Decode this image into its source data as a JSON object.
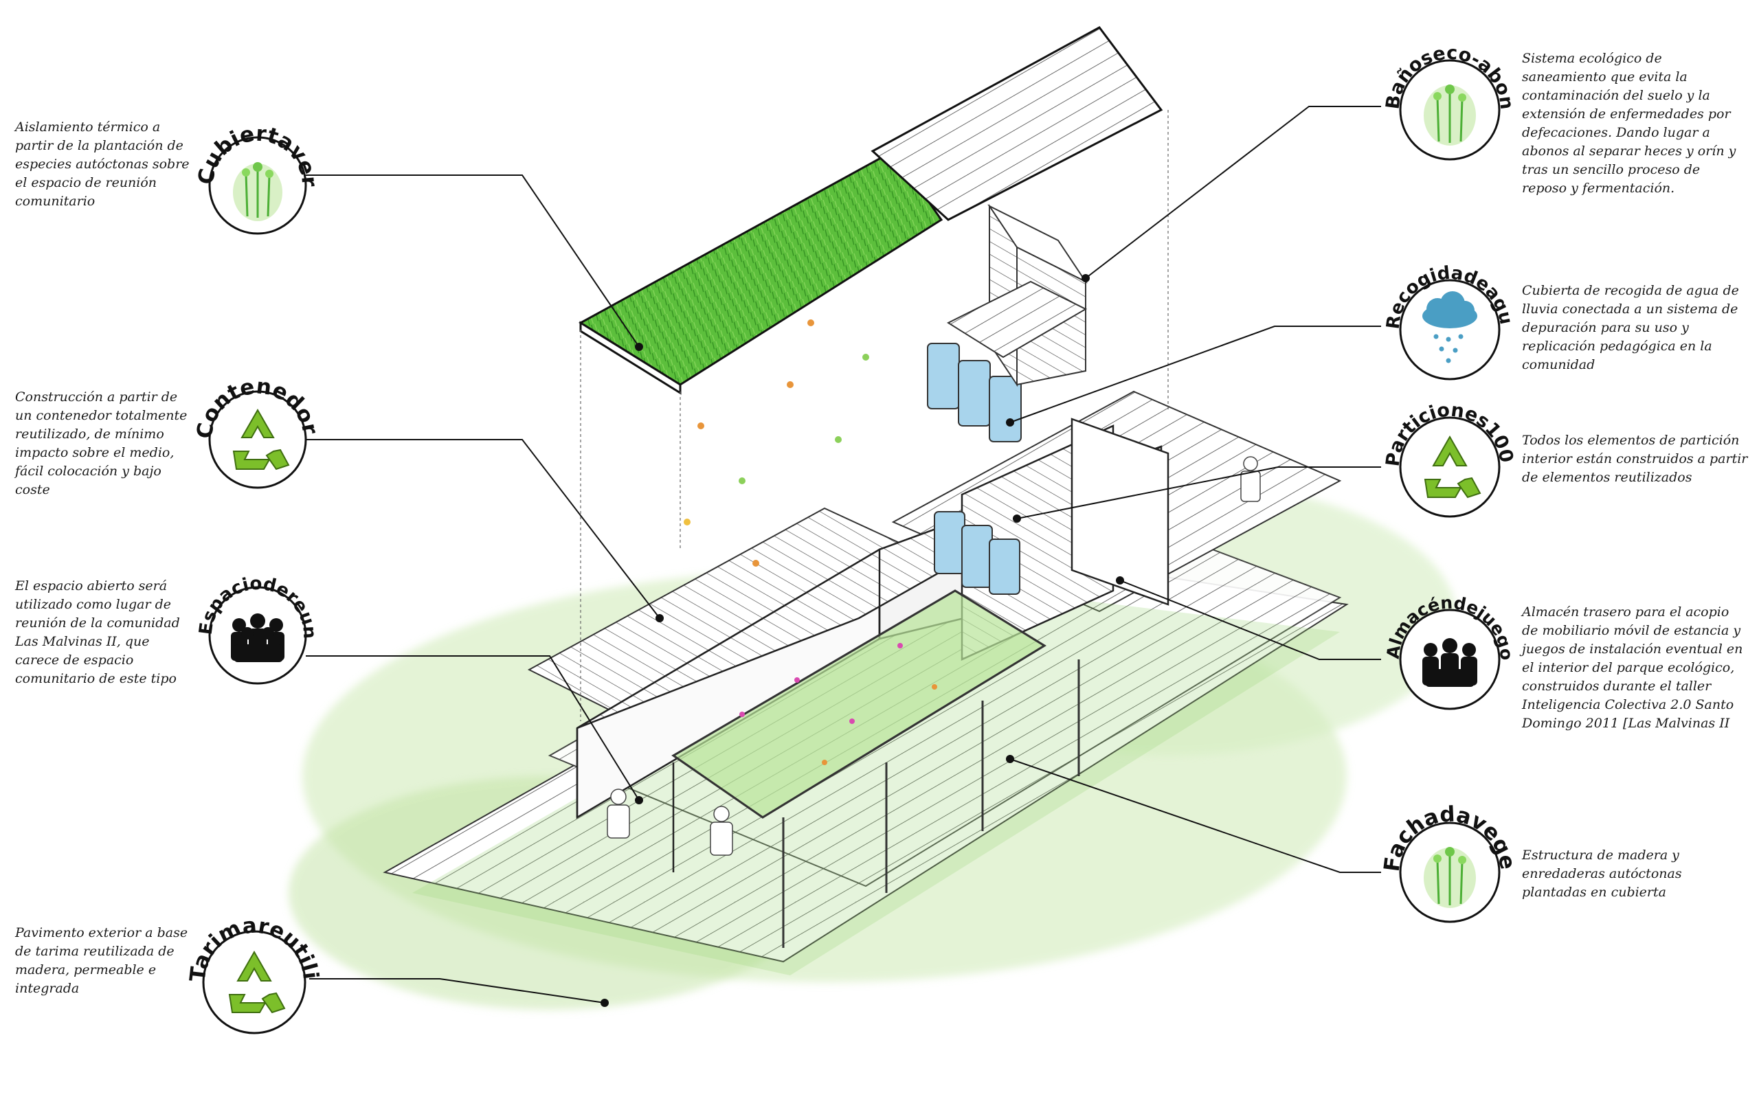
{
  "colors": {
    "grass": "#4caf35",
    "grass_light": "#a9d98a",
    "recycle": "#7cbf2a",
    "water": "#a8d4ec",
    "cloud": "#4a9ec4",
    "line": "#111111",
    "wood": "#ffffff",
    "flower_pink": "#d94ab0",
    "leaf_orange": "#e8953a"
  },
  "badges": [
    {
      "id": "cubierta-verde",
      "title": "Cubiertaverde",
      "icon": "plants-icon",
      "text": "Aislamiento térmico a partir de la plantación de especies autóctonas sobre el espacio de reunión comunitario"
    },
    {
      "id": "contenedor",
      "title": "Contenedor100%reutilizado",
      "icon": "recycle-icon",
      "text": "Construcción a partir de un contenedor totalmente reutilizado, de mínimo impacto sobre el medio, fácil colocación y bajo coste"
    },
    {
      "id": "espacio-reunion",
      "title": "Espaciodereuniónconunitario",
      "icon": "crowd-icon",
      "text": "El espacio abierto será utilizado como lugar de reunión de la comunidad Las Malvinas II, que carece de espacio comunitario de este tipo"
    },
    {
      "id": "tarima",
      "title": "Tarimareutilizada",
      "icon": "recycle-icon",
      "text": "Pavimento exterior a base de tarima reutilizada de madera, permeable e integrada"
    },
    {
      "id": "bano-seco",
      "title": "Bañoseco-abononatural",
      "icon": "plants-icon",
      "text": "Sistema ecológico de saneamiento que evita la contaminación del suelo y la extensión de enfermedades por defecaciones. Dando lugar a abonos al separar heces y orín y tras un sencillo proceso de reposo y fermentación."
    },
    {
      "id": "recogida-agua",
      "title": "Recogidadeaguadelluvia",
      "icon": "rain-cloud-icon",
      "text": "Cubierta de recogida de agua de lluvia conectada a un sistema de depuración para su uso y replicación pedagógica en la comunidad"
    },
    {
      "id": "particiones",
      "title": "Particiones100%reutilizadas",
      "icon": "recycle-icon",
      "text": "Todos los elementos de partición interior están construidos a partir de elementos reutilizados"
    },
    {
      "id": "almacen",
      "title": "Almacéndejuegosparaelparque",
      "icon": "crowd-icon",
      "text": "Almacén trasero para el acopio de mobiliario móvil de estancia y juegos de instalación eventual en el interior del parque ecológico, construidos durante el taller Inteligencia Colectiva 2.0 Santo Domingo 2011 [Las Malvinas II"
    },
    {
      "id": "fachada-vegetal",
      "title": "Fachadavegetal",
      "icon": "plants-icon",
      "text": "Estructura de madera y enredaderas autóctonas plantadas en cubierta"
    }
  ]
}
